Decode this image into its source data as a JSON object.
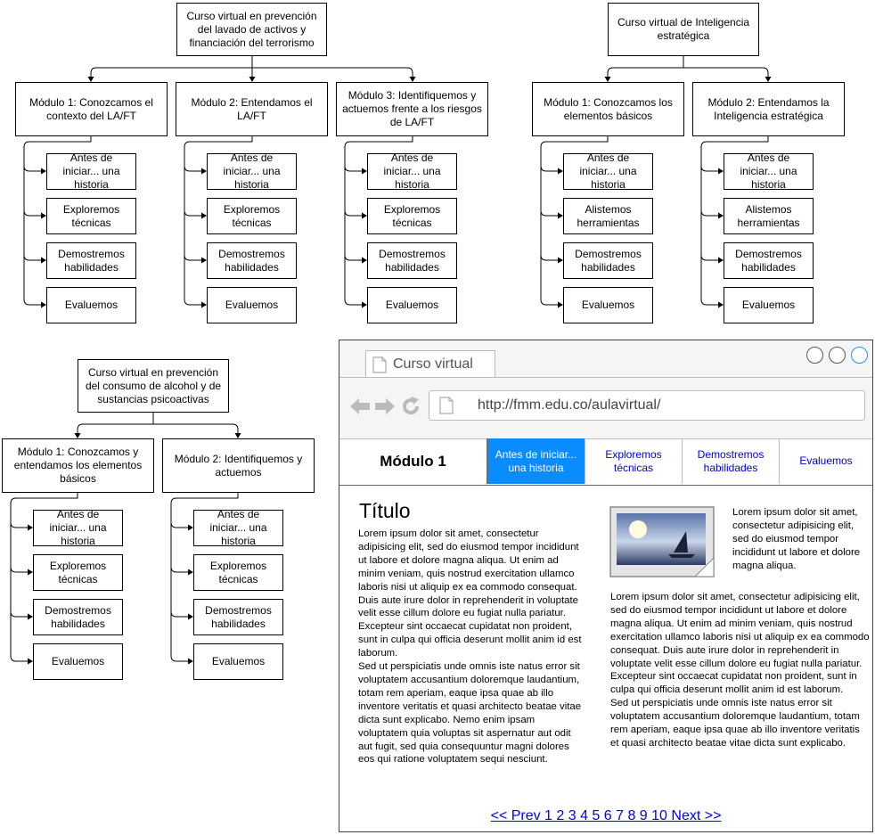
{
  "diagrams": {
    "d1": {
      "root": "Curso virtual en prevención del lavado de activos y financiación del terrorismo",
      "modules": [
        "Módulo 1: Conozcamos el contexto del LA/FT",
        "Módulo 2: Entendamos el LA/FT",
        "Módulo 3: Identifiquemos y actuemos frente a los riesgos de LA/FT"
      ]
    },
    "d2": {
      "root": "Curso virtual de Inteligencia estratégica",
      "modules": [
        "Módulo 1: Conozcamos los elementos básicos",
        "Módulo 2: Entendamos la Inteligencia estratégica"
      ]
    },
    "d3": {
      "root": "Curso virtual en prevención del consumo de alcohol y de sustancias psicoactivas",
      "modules": [
        "Módulo 1: Conozcamos y entendamos los elementos básicos",
        "Módulo 2: Identifiquemos y actuemos"
      ]
    }
  },
  "steps_a": [
    "Antes de iniciar... una historia",
    "Exploremos técnicas",
    "Demostremos habilidades",
    "Evaluemos"
  ],
  "steps_b": [
    "Antes de iniciar... una historia",
    "Alistemos herramientas",
    "Demostremos habilidades",
    "Evaluemos"
  ],
  "browser": {
    "tab_label": "Curso virtual",
    "url": "http://fmm.edu.co/aulavirtual/",
    "module_label": "Módulo 1",
    "nav_items": [
      "Antes de iniciar... una historia",
      "Exploremos técnicas",
      "Demostremos habilidades",
      "Evaluemos"
    ],
    "title": "Título",
    "left_text": "Lorem ipsum dolor sit amet, consectetur adipisicing elit, sed do eiusmod tempor incididunt ut labore et dolore magna aliqua. Ut enim ad minim veniam, quis nostrud exercitation ullamco laboris nisi ut aliquip ex ea commodo consequat. Duis aute irure dolor in reprehenderit in voluptate velit esse cillum dolore eu fugiat nulla pariatur. Excepteur sint occaecat cupidatat non proident, sunt in culpa qui officia deserunt mollit anim id est laborum.\nSed ut perspiciatis unde omnis iste natus error sit voluptatem accusantium doloremque laudantium, totam rem aperiam, eaque ipsa quae ab illo inventore veritatis et quasi architecto beatae vitae dicta sunt explicabo. Nemo enim ipsam voluptatem quia voluptas sit aspernatur aut odit aut fugit, sed quia consequuntur magni dolores eos qui ratione voluptatem sequi nesciunt.",
    "right_top_text": "Lorem ipsum dolor sit amet, consectetur adipisicing elit, sed do eiusmod tempor incididunt ut labore et dolore magna aliqua.",
    "right_bottom_text": "Lorem ipsum dolor sit amet, consectetur adipisicing elit, sed do eiusmod tempor incididunt ut labore et dolore magna aliqua. Ut enim ad minim veniam, quis nostrud exercitation ullamco laboris nisi ut aliquip ex ea commodo consequat. Duis aute irure dolor in reprehenderit in voluptate velit esse cillum dolore eu fugiat nulla pariatur. Excepteur sint occaecat cupidatat non proident, sunt in culpa qui officia deserunt mollit anim id est laborum.\nSed ut perspiciatis unde omnis iste natus error sit voluptatem accusantium doloremque laudantium, totam rem aperiam, eaque ipsa quae ab illo inventore veritatis et quasi architecto beatae vitae dicta sunt explicabo.",
    "pager": "<< Prev 1 2 3 4 5 6 7 8 9 10 Next >>"
  },
  "colors": {
    "active_tab": "#0a8cff",
    "link": "#0000ee",
    "window_btn_active": "#1e90ff"
  }
}
